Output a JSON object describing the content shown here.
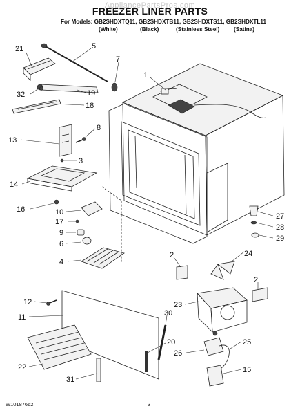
{
  "watermark": "AppliancePartsPros.com",
  "title": "FREEZER LINER PARTS",
  "models_line": "For Models: GB2SHDXTQ11, GB2SHDXTB11, GB2SHDXTS11, GB2SHDXTL11",
  "variants": [
    "(White)",
    "(Black)",
    "(Stainless Steel)",
    "(Satina)"
  ],
  "footer": {
    "doc_number": "W10187662",
    "page_number": "3"
  },
  "callouts": [
    {
      "id": "c21",
      "label": "21"
    },
    {
      "id": "c5",
      "label": "5"
    },
    {
      "id": "c7",
      "label": "7"
    },
    {
      "id": "c1",
      "label": "1"
    },
    {
      "id": "c32",
      "label": "32"
    },
    {
      "id": "c19",
      "label": "19"
    },
    {
      "id": "c18",
      "label": "18"
    },
    {
      "id": "c8",
      "label": "8"
    },
    {
      "id": "c13",
      "label": "13"
    },
    {
      "id": "c3",
      "label": "3"
    },
    {
      "id": "c14",
      "label": "14"
    },
    {
      "id": "c16",
      "label": "16"
    },
    {
      "id": "c10",
      "label": "10"
    },
    {
      "id": "c17",
      "label": "17"
    },
    {
      "id": "c9",
      "label": "9"
    },
    {
      "id": "c6",
      "label": "6"
    },
    {
      "id": "c4",
      "label": "4"
    },
    {
      "id": "c27",
      "label": "27"
    },
    {
      "id": "c28",
      "label": "28"
    },
    {
      "id": "c29",
      "label": "29"
    },
    {
      "id": "c2a",
      "label": "2"
    },
    {
      "id": "c24",
      "label": "24"
    },
    {
      "id": "c2b",
      "label": "2"
    },
    {
      "id": "c23",
      "label": "23"
    },
    {
      "id": "c12",
      "label": "12"
    },
    {
      "id": "c11",
      "label": "11"
    },
    {
      "id": "c30",
      "label": "30"
    },
    {
      "id": "c25",
      "label": "25"
    },
    {
      "id": "c20",
      "label": "20"
    },
    {
      "id": "c26",
      "label": "26"
    },
    {
      "id": "c22",
      "label": "22"
    },
    {
      "id": "c15",
      "label": "15"
    },
    {
      "id": "c31",
      "label": "31"
    }
  ]
}
